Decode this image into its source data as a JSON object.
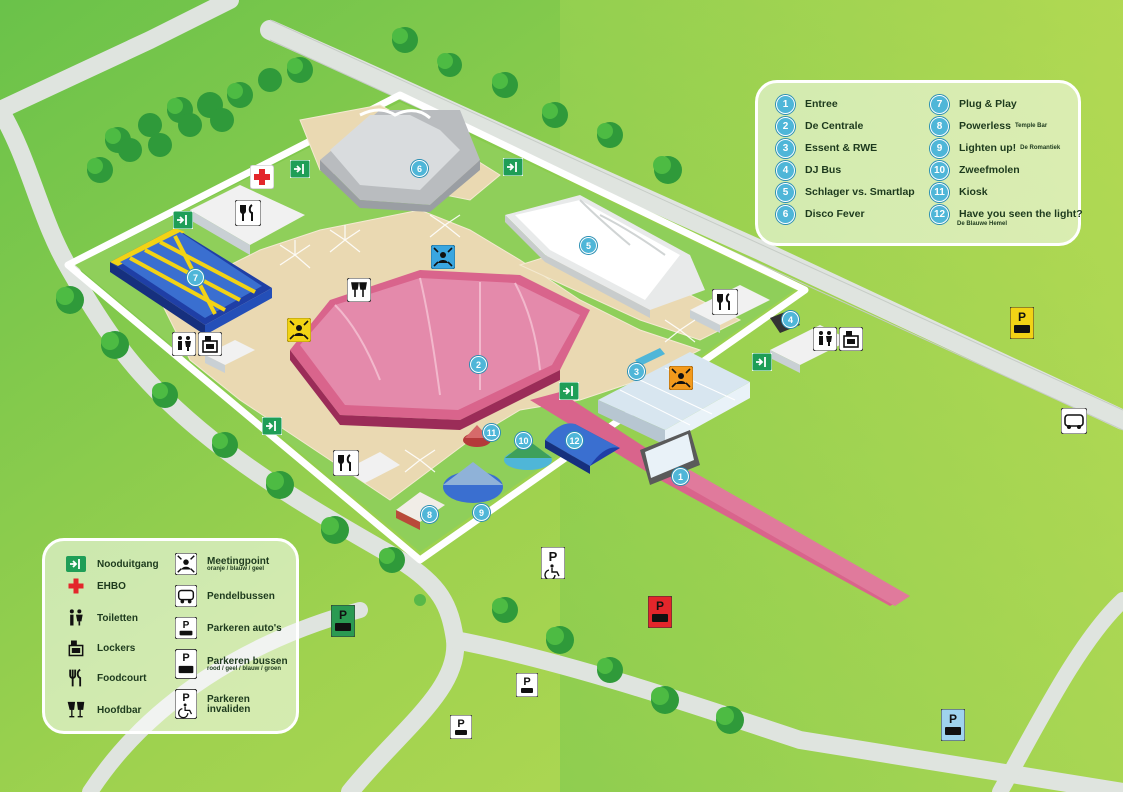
{
  "venues": [
    {
      "num": "1",
      "name": "Entree",
      "sub": ""
    },
    {
      "num": "2",
      "name": "De Centrale",
      "sub": ""
    },
    {
      "num": "3",
      "name": "Essent & RWE",
      "sub": ""
    },
    {
      "num": "4",
      "name": "DJ Bus",
      "sub": ""
    },
    {
      "num": "5",
      "name": "Schlager vs. Smartlap",
      "sub": ""
    },
    {
      "num": "6",
      "name": "Disco Fever",
      "sub": ""
    },
    {
      "num": "7",
      "name": "Plug & Play",
      "sub": ""
    },
    {
      "num": "8",
      "name": "Powerless",
      "sub": "Temple Bar"
    },
    {
      "num": "9",
      "name": "Lighten up!",
      "sub": "De Romantiek"
    },
    {
      "num": "10",
      "name": "Zweefmolen",
      "sub": ""
    },
    {
      "num": "11",
      "name": "Kiosk",
      "sub": ""
    },
    {
      "num": "12",
      "name": "Have you seen the light?",
      "sub": "De Blauwe Hemel"
    }
  ],
  "legend": [
    {
      "icon": "emergency-exit-icon",
      "label": "Nooduitgang",
      "sub": ""
    },
    {
      "icon": "first-aid-cross-icon",
      "label": "EHBO",
      "sub": ""
    },
    {
      "icon": "toilets-icon",
      "label": "Toiletten",
      "sub": ""
    },
    {
      "icon": "lockers-icon",
      "label": "Lockers",
      "sub": ""
    },
    {
      "icon": "foodcourt-icon",
      "label": "Foodcourt",
      "sub": ""
    },
    {
      "icon": "main-bar-icon",
      "label": "Hoofdbar",
      "sub": ""
    },
    {
      "icon": "meeting-point-icon",
      "label": "Meetingpoint",
      "sub": "oranje / blauw / geel"
    },
    {
      "icon": "shuttle-bus-icon",
      "label": "Pendelbussen",
      "sub": ""
    },
    {
      "icon": "car-parking-icon",
      "label": "Parkeren auto's",
      "sub": ""
    },
    {
      "icon": "bus-parking-icon",
      "label": "Parkeren bussen",
      "sub": "rood / geel / blauw / groen"
    },
    {
      "icon": "disabled-parking-icon",
      "label": "Parkeren",
      "sub": "invaliden"
    }
  ],
  "map_markers": [
    "1",
    "2",
    "3",
    "4",
    "5",
    "6",
    "7",
    "8",
    "9",
    "10",
    "11",
    "12"
  ],
  "parking_letter": "P",
  "colors": {
    "grass_light": "#b7dd55",
    "grass_dark": "#59b948",
    "road": "#dfe4df",
    "venue_pink": "#d9648c",
    "venue_blue": "#3a6fd0",
    "marker_blue": "#4fb6d8",
    "exit_green": "#1f9e57",
    "first_aid_red": "#e3262b",
    "bus_yellow": "#f2d315",
    "bus_red": "#e3262b",
    "bus_blue": "#9fd3ee",
    "bus_green": "#2a9a52"
  }
}
